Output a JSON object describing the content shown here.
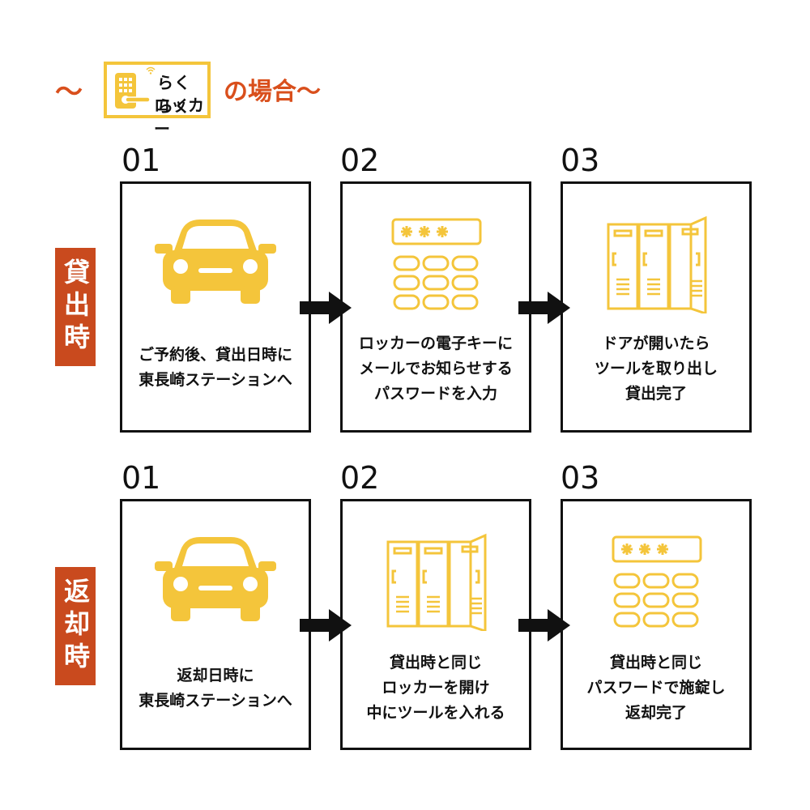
{
  "header": {
    "tilde_left": "〜",
    "logo_line1": "らくらく",
    "logo_line2": "ロッカー",
    "suffix": "の場合〜"
  },
  "colors": {
    "accent": "#d94f1c",
    "side_label": "#c94a1e",
    "icon_yellow": "#f4c53b",
    "border": "#111111"
  },
  "sections": [
    {
      "label": "貸出時",
      "steps": [
        {
          "number": "01",
          "icon": "car-icon",
          "lines": [
            "ご予約後、貸出日時に",
            "東長崎ステーションへ"
          ]
        },
        {
          "number": "02",
          "icon": "keypad-icon",
          "lines": [
            "ロッカーの電子キーに",
            "メールでお知らせする",
            "パスワードを入力"
          ]
        },
        {
          "number": "03",
          "icon": "locker-icon",
          "lines": [
            "ドアが開いたら",
            "ツールを取り出し",
            "貸出完了"
          ]
        }
      ]
    },
    {
      "label": "返却時",
      "steps": [
        {
          "number": "01",
          "icon": "car-icon",
          "lines": [
            "返却日時に",
            "東長崎ステーションへ"
          ]
        },
        {
          "number": "02",
          "icon": "locker-icon",
          "lines": [
            "貸出時と同じ",
            "ロッカーを開け",
            "中にツールを入れる"
          ]
        },
        {
          "number": "03",
          "icon": "keypad-icon",
          "lines": [
            "貸出時と同じ",
            "パスワードで施錠し",
            "返却完了"
          ]
        }
      ]
    }
  ]
}
